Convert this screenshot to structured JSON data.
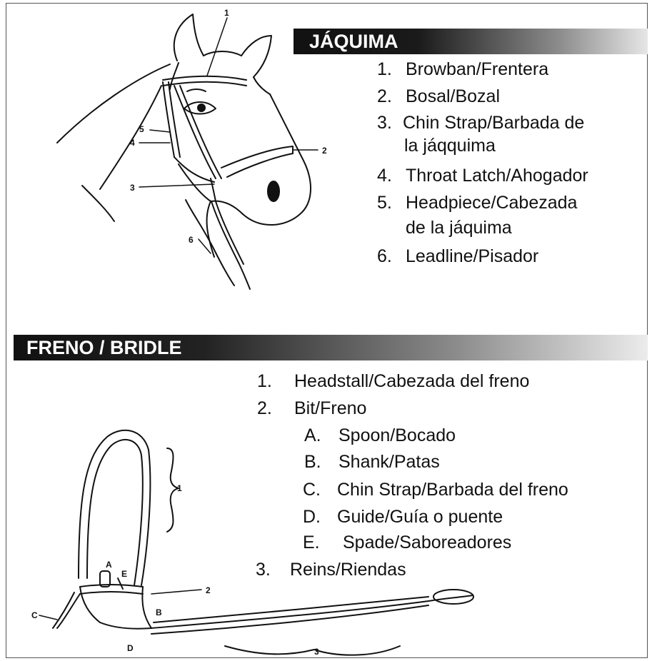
{
  "halter": {
    "title": "JÁQUIMA",
    "items": [
      {
        "num": "1.",
        "text": "Browban/Frentera"
      },
      {
        "num": "2.",
        "text": "Bosal/Bozal"
      },
      {
        "num": "3.",
        "text": "Chin Strap/Barbada de",
        "cont": "la jáqquima"
      },
      {
        "num": "4.",
        "text": "Throat Latch/Ahogador"
      },
      {
        "num": "5.",
        "text": "Headpiece/Cabezada",
        "cont": "de la jáquima"
      },
      {
        "num": "6.",
        "text": "Leadline/Pisador"
      }
    ],
    "callouts": [
      "1",
      "2",
      "3",
      "4",
      "5",
      "6"
    ]
  },
  "bridle": {
    "title": "FRENO / BRIDLE",
    "items": [
      {
        "num": "1.",
        "text": "Headstall/Cabezada del freno"
      },
      {
        "num": "2.",
        "text": "Bit/Freno"
      },
      {
        "num": "3.",
        "text": "Reins/Riendas"
      }
    ],
    "subitems": [
      {
        "letter": "A.",
        "text": "Spoon/Bocado"
      },
      {
        "letter": "B.",
        "text": "Shank/Patas"
      },
      {
        "letter": "C.",
        "text": "Chin Strap/Barbada del freno"
      },
      {
        "letter": "D.",
        "text": "Guide/Guía o puente"
      },
      {
        "letter": "E.",
        "text": "Spade/Saboreadores"
      }
    ],
    "callouts": [
      "1",
      "2",
      "3",
      "A",
      "B",
      "C",
      "D",
      "E"
    ]
  }
}
